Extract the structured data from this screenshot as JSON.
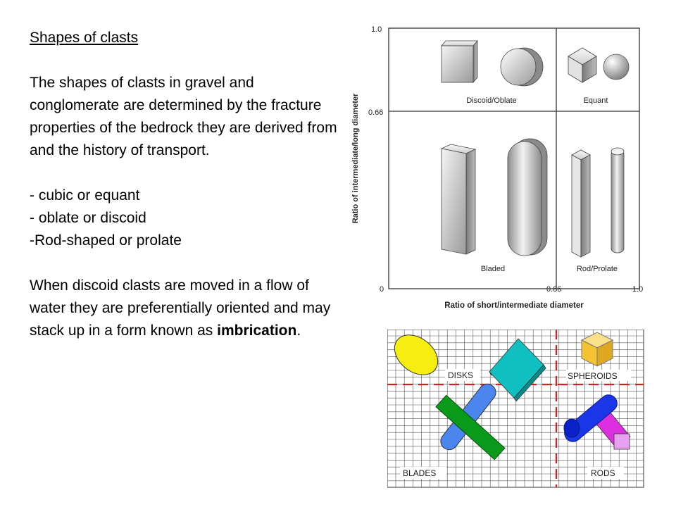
{
  "text": {
    "title": "Shapes of clasts",
    "para1": "The shapes of clasts in gravel and conglomerate are determined by the fracture properties of the bedrock they are derived from and the history of transport.",
    "list": [
      "- cubic or equant",
      "- oblate or discoid",
      "-Rod-shaped or prolate"
    ],
    "para2_before": "When discoid clasts are moved in a flow of water they are preferentially oriented and may stack up in a form known as ",
    "para2_bold": "imbrication",
    "para2_after": "."
  },
  "zingg": {
    "y_axis_label": "Ratio of intermediate/long diameter",
    "x_axis_label": "Ratio of short/intermediate diameter",
    "y_ticks": [
      "1.0",
      "0.66"
    ],
    "x_ticks": [
      "0",
      "0.66",
      "1.0"
    ],
    "quadrants": {
      "top_left": "Discoid/Oblate",
      "top_right": "Equant",
      "bottom_left": "Bladed",
      "bottom_right": "Rod/Prolate"
    }
  },
  "sketch": {
    "labels": {
      "disks": "DISKS",
      "spheroids": "SPHEROIDS",
      "blades": "BLADES",
      "rods": "RODS"
    },
    "colors": {
      "grid": "#555555",
      "dash": "#d42020",
      "ellipse": "#f5ee10",
      "plate": "#10c0c0",
      "blade_blue": "#4a86ee",
      "blade_green": "#0a9a1a",
      "rod_blue": "#1a36e6",
      "rod_magenta": "#dd2ee0",
      "cube": "#f4c430"
    }
  }
}
